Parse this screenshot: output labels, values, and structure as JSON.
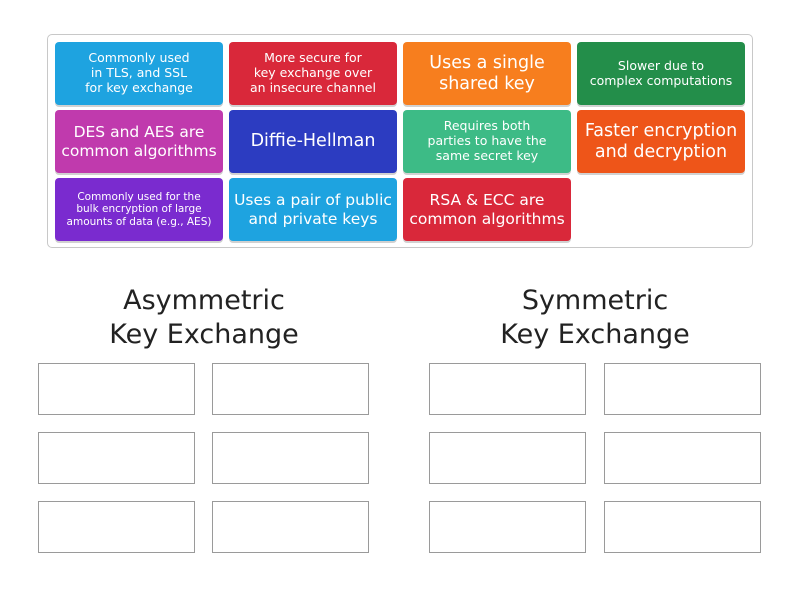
{
  "cards": [
    {
      "id": "c1",
      "text": "Commonly used\nin TLS, and SSL\nfor key exchange",
      "color": "#1ea3e0"
    },
    {
      "id": "c2",
      "text": "More secure for\nkey exchange over\nan insecure channel",
      "color": "#d9283a"
    },
    {
      "id": "c3",
      "text": "Uses a single\nshared key",
      "color": "#f77e1e"
    },
    {
      "id": "c4",
      "text": "Slower due to\ncomplex computations",
      "color": "#238e4a"
    },
    {
      "id": "c5",
      "text": "DES and AES are\ncommon algorithms",
      "color": "#c03aad"
    },
    {
      "id": "c6",
      "text": "Diffie-Hellman",
      "color": "#2c3cc1"
    },
    {
      "id": "c7",
      "text": "Requires both\nparties to have the\nsame secret key",
      "color": "#3dbb86"
    },
    {
      "id": "c8",
      "text": "Faster encryption\nand decryption",
      "color": "#ee5519"
    },
    {
      "id": "c9",
      "text": "Commonly used for the\nbulk encryption of large\namounts of data (e.g., AES)",
      "color": "#7a2bcf"
    },
    {
      "id": "c10",
      "text": "Uses a pair of public\nand private keys",
      "color": "#1ea3e0"
    },
    {
      "id": "c11",
      "text": "RSA & ECC are\ncommon algorithms",
      "color": "#d9283a"
    }
  ],
  "groups": [
    {
      "title": "Asymmetric\nKey Exchange",
      "slots": 6
    },
    {
      "title": "Symmetric\nKey Exchange",
      "slots": 6
    }
  ]
}
